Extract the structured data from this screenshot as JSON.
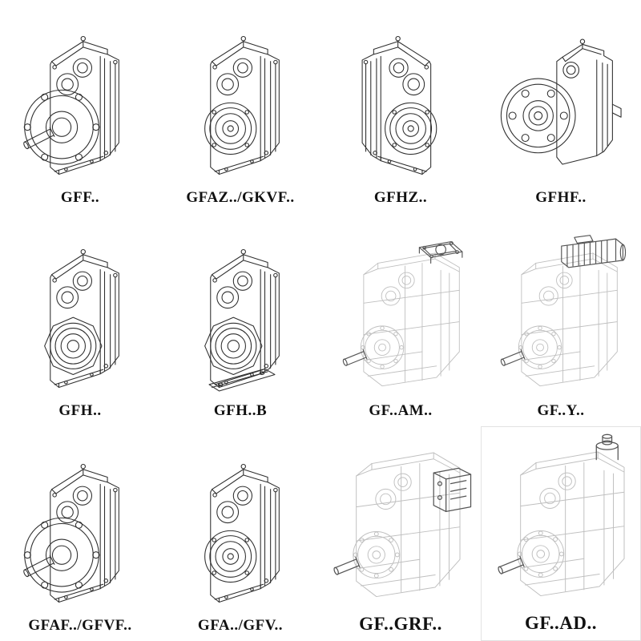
{
  "page": {
    "background": "#ffffff",
    "line_color": "#2f2f2f",
    "phantom_line_color": "#bfbfbf",
    "attachment_line_color": "#555555"
  },
  "catalog": {
    "items": [
      {
        "label": "GFF..",
        "drawing": "helical-gear-unit-output-flange-solid-shaft"
      },
      {
        "label": "GFAZ../GKVF..",
        "drawing": "helical-gear-unit-hollow-shaft"
      },
      {
        "label": "GFHZ..",
        "drawing": "helical-gear-unit-hollow-shaft-reverse-view"
      },
      {
        "label": "GFHF..",
        "drawing": "helical-gear-unit-front-flange"
      },
      {
        "label": "GFH..",
        "drawing": "shaft-mounted-gear-unit"
      },
      {
        "label": "GFH..B",
        "drawing": "shaft-mounted-gear-unit-with-base"
      },
      {
        "label": "GF..AM..",
        "drawing": "gear-unit-with-iec-adapter-flange-phantom"
      },
      {
        "label": "GF..Y..",
        "drawing": "gear-unit-with-mounted-motor-phantom"
      },
      {
        "label": "GFAF../GFVF..",
        "drawing": "helical-gear-unit-output-flange-variant"
      },
      {
        "label": "GFA../GFV..",
        "drawing": "helical-gear-unit-hollow-shaft-variant"
      },
      {
        "label": "GF..GRF..",
        "drawing": "gear-unit-with-grf-side-adapter-phantom"
      },
      {
        "label": "GF..AD..",
        "drawing": "gear-unit-with-input-shaft-adapter-phantom"
      }
    ]
  }
}
